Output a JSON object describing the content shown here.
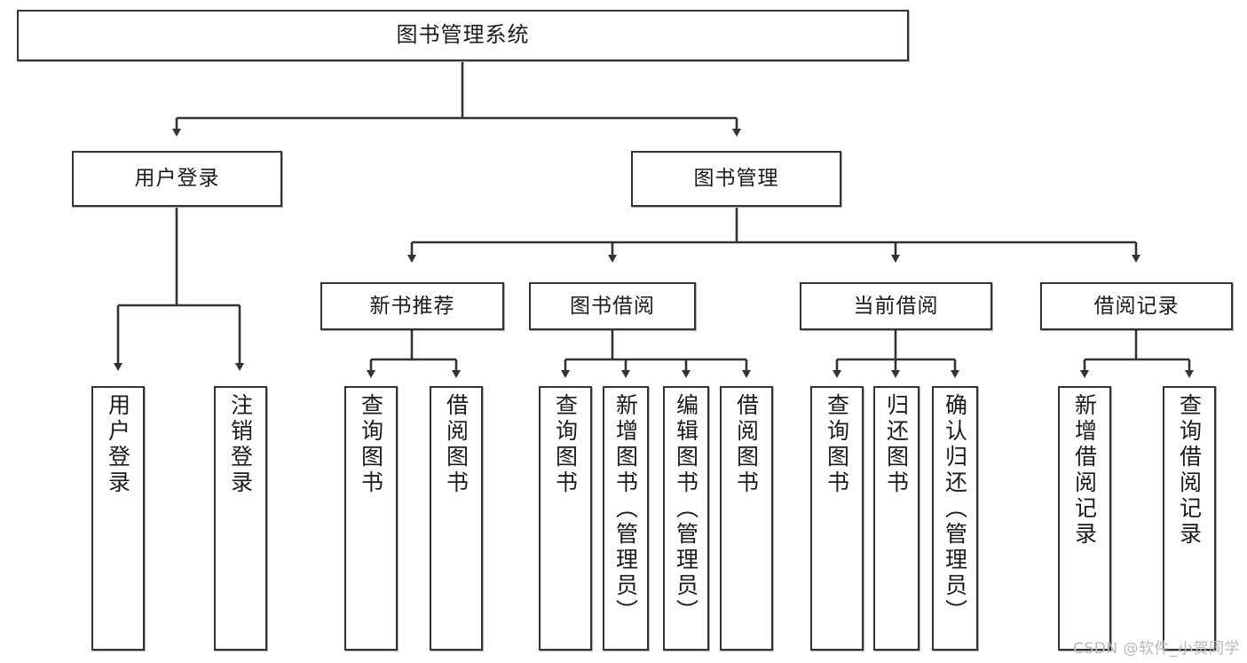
{
  "diagram": {
    "type": "tree",
    "title": "图书管理系统",
    "orientation": "top-down",
    "levels": 4,
    "colors": {
      "box_border": "#333333",
      "box_fill": "#ffffff",
      "edge": "#333333",
      "text": "#1b1b1b",
      "watermark": "#b9b9b9",
      "background": "#ffffff"
    }
  },
  "root": {
    "label": "图书管理系统"
  },
  "level2": [
    {
      "id": "user-login",
      "label": "用户登录"
    },
    {
      "id": "book-management",
      "label": "图书管理"
    }
  ],
  "level3": [
    {
      "id": "new-book-recommend",
      "label": "新书推荐",
      "parent": "book-management"
    },
    {
      "id": "book-borrow",
      "label": "图书借阅",
      "parent": "book-management"
    },
    {
      "id": "current-borrow",
      "label": "当前借阅",
      "parent": "book-management"
    },
    {
      "id": "borrow-record",
      "label": "借阅记录",
      "parent": "book-management"
    }
  ],
  "leaves": {
    "user_login": [
      {
        "id": "leaf-user-login",
        "label": "用户登录"
      },
      {
        "id": "leaf-logout",
        "label": "注销登录"
      }
    ],
    "new_book_recommend": [
      {
        "id": "leaf-query-book-1",
        "label": "查询图书"
      },
      {
        "id": "leaf-borrow-book-1",
        "label": "借阅图书"
      }
    ],
    "book_borrow": [
      {
        "id": "leaf-query-book-2",
        "label": "查询图书"
      },
      {
        "id": "leaf-add-book",
        "label": "新增图书（管理员）"
      },
      {
        "id": "leaf-edit-book",
        "label": "编辑图书（管理员）"
      },
      {
        "id": "leaf-borrow-book-2",
        "label": "借阅图书"
      }
    ],
    "current_borrow": [
      {
        "id": "leaf-query-book-3",
        "label": "查询图书"
      },
      {
        "id": "leaf-return-book",
        "label": "归还图书"
      },
      {
        "id": "leaf-confirm-return",
        "label": "确认归还（管理员）"
      }
    ],
    "borrow_record": [
      {
        "id": "leaf-add-record",
        "label": "新增借阅记录"
      },
      {
        "id": "leaf-query-record",
        "label": "查询借阅记录"
      }
    ]
  },
  "watermark": {
    "text": "CSDN @软件_小贺同学"
  }
}
